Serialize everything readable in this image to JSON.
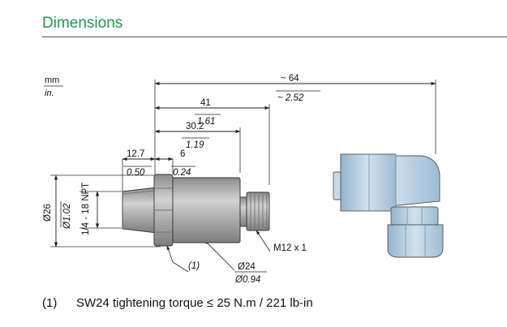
{
  "header": {
    "title": "Dimensions"
  },
  "units": {
    "metric": "mm",
    "imperial": "in."
  },
  "dimensions": {
    "overall": {
      "mm": "~ 64",
      "in": "~ 2.52"
    },
    "body_to_connector": {
      "mm": "41",
      "in": "1.61"
    },
    "body_length": {
      "mm": "30.2",
      "in": "1.19"
    },
    "thread_length": {
      "mm": "12.7",
      "in": "0.50"
    },
    "hex_length": {
      "mm": "6",
      "in": "0.24"
    },
    "hex_diameter": {
      "mm": "Ø26",
      "in": "Ø1.02"
    },
    "body_diameter": {
      "mm": "Ø24",
      "in": "Ø0.94"
    },
    "thread_spec": "1/4 - 18 NPT",
    "connector_thread": "M12 x 1",
    "note_ref": "(1)"
  },
  "footnote": {
    "ref": "(1)",
    "text": "SW24 tightening torque ≤ 25 N.m / 221 lb-in"
  },
  "colors": {
    "title": "#1f9a4a",
    "metal": "#a9a9a9",
    "connector": "#b8cfe0"
  }
}
